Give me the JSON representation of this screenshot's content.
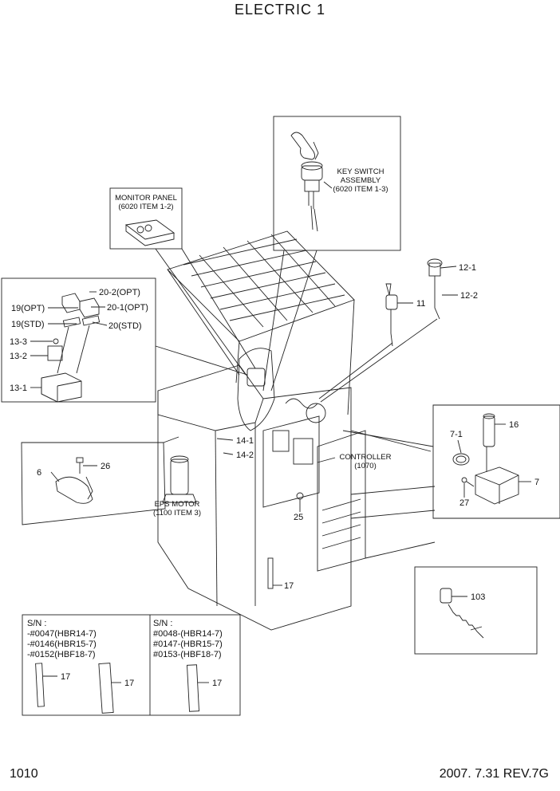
{
  "title": "ELECTRIC 1",
  "page_number": "1010",
  "revision": "2007. 7.31 REV.7G",
  "callouts": {
    "monitor_panel": [
      "MONITOR PANEL",
      "(6020 ITEM 1-2)"
    ],
    "key_switch": [
      "KEY SWITCH",
      "ASSEMBLY",
      "(6020 ITEM 1-3)"
    ],
    "controller": [
      "CONTROLLER",
      "(1070)"
    ],
    "eps_motor": [
      "EPS MOTOR",
      "(1100 ITEM 3)"
    ]
  },
  "part_labels": {
    "p12_1": "12-1",
    "p12_2": "12-2",
    "p11": "11",
    "p20_2": "20-2(OPT)",
    "p19opt": "19(OPT)",
    "p20_1": "20-1(OPT)",
    "p19std": "19(STD)",
    "p20std": "20(STD)",
    "p13_3": "13-3",
    "p13_2": "13-2",
    "p13_1": "13-1",
    "p14_1": "14-1",
    "p14_2": "14-2",
    "p26": "26",
    "p6": "6",
    "p16": "16",
    "p7_1": "7-1",
    "p7": "7",
    "p27": "27",
    "p25": "25",
    "p17": "17",
    "p103": "103"
  },
  "serial_left": [
    "S/N :",
    "-#0047(HBR14-7)",
    "-#0146(HBR15-7)",
    "-#0152(HBF18-7)"
  ],
  "serial_right": [
    "S/N :",
    "#0048-(HBR14-7)",
    "#0147-(HBR15-7)",
    "#0153-(HBF18-7)"
  ],
  "serial_parts": {
    "left_a": "17",
    "left_b": "17",
    "right": "17"
  }
}
